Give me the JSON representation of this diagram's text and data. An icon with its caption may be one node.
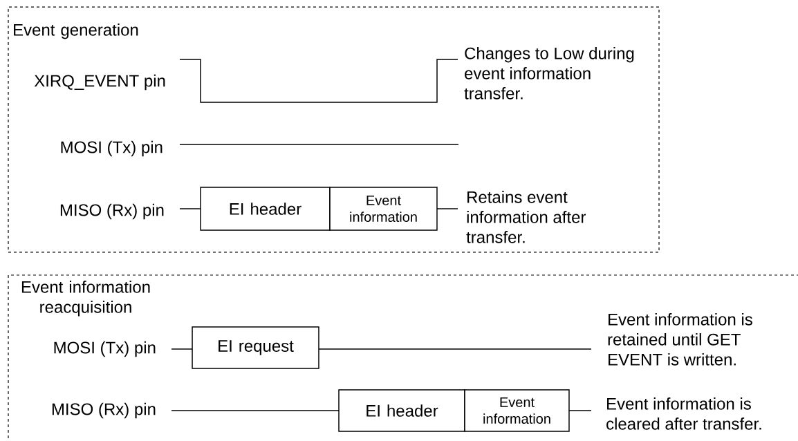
{
  "diagram": {
    "nodes": [
      {
        "text": [
          "Event generation"
        ]
      },
      {
        "text": [
          "Event information reacquisition"
        ]
      },
      {
        "text": [
          "EI header"
        ],
        "in": 0
      },
      {
        "text": [
          "Event information"
        ],
        "in": 0
      },
      {
        "text": [
          "EI request"
        ],
        "in": 1
      },
      {
        "text": [
          "EI header"
        ],
        "in": 1
      },
      {
        "text": [
          "Event information"
        ],
        "in": 1
      }
    ],
    "labels": [
      "XIRQ_EVENT pin",
      "Changes to Low during event information transfer.",
      "MOSI (Tx) pin",
      "MISO (Rx) pin",
      "Retains event information after transfer.",
      "MOSI (Tx) pin",
      "Event information is retained until GET EVENT is written.",
      "MISO (Rx) pin",
      "Event information is cleared after transfer."
    ]
  }
}
